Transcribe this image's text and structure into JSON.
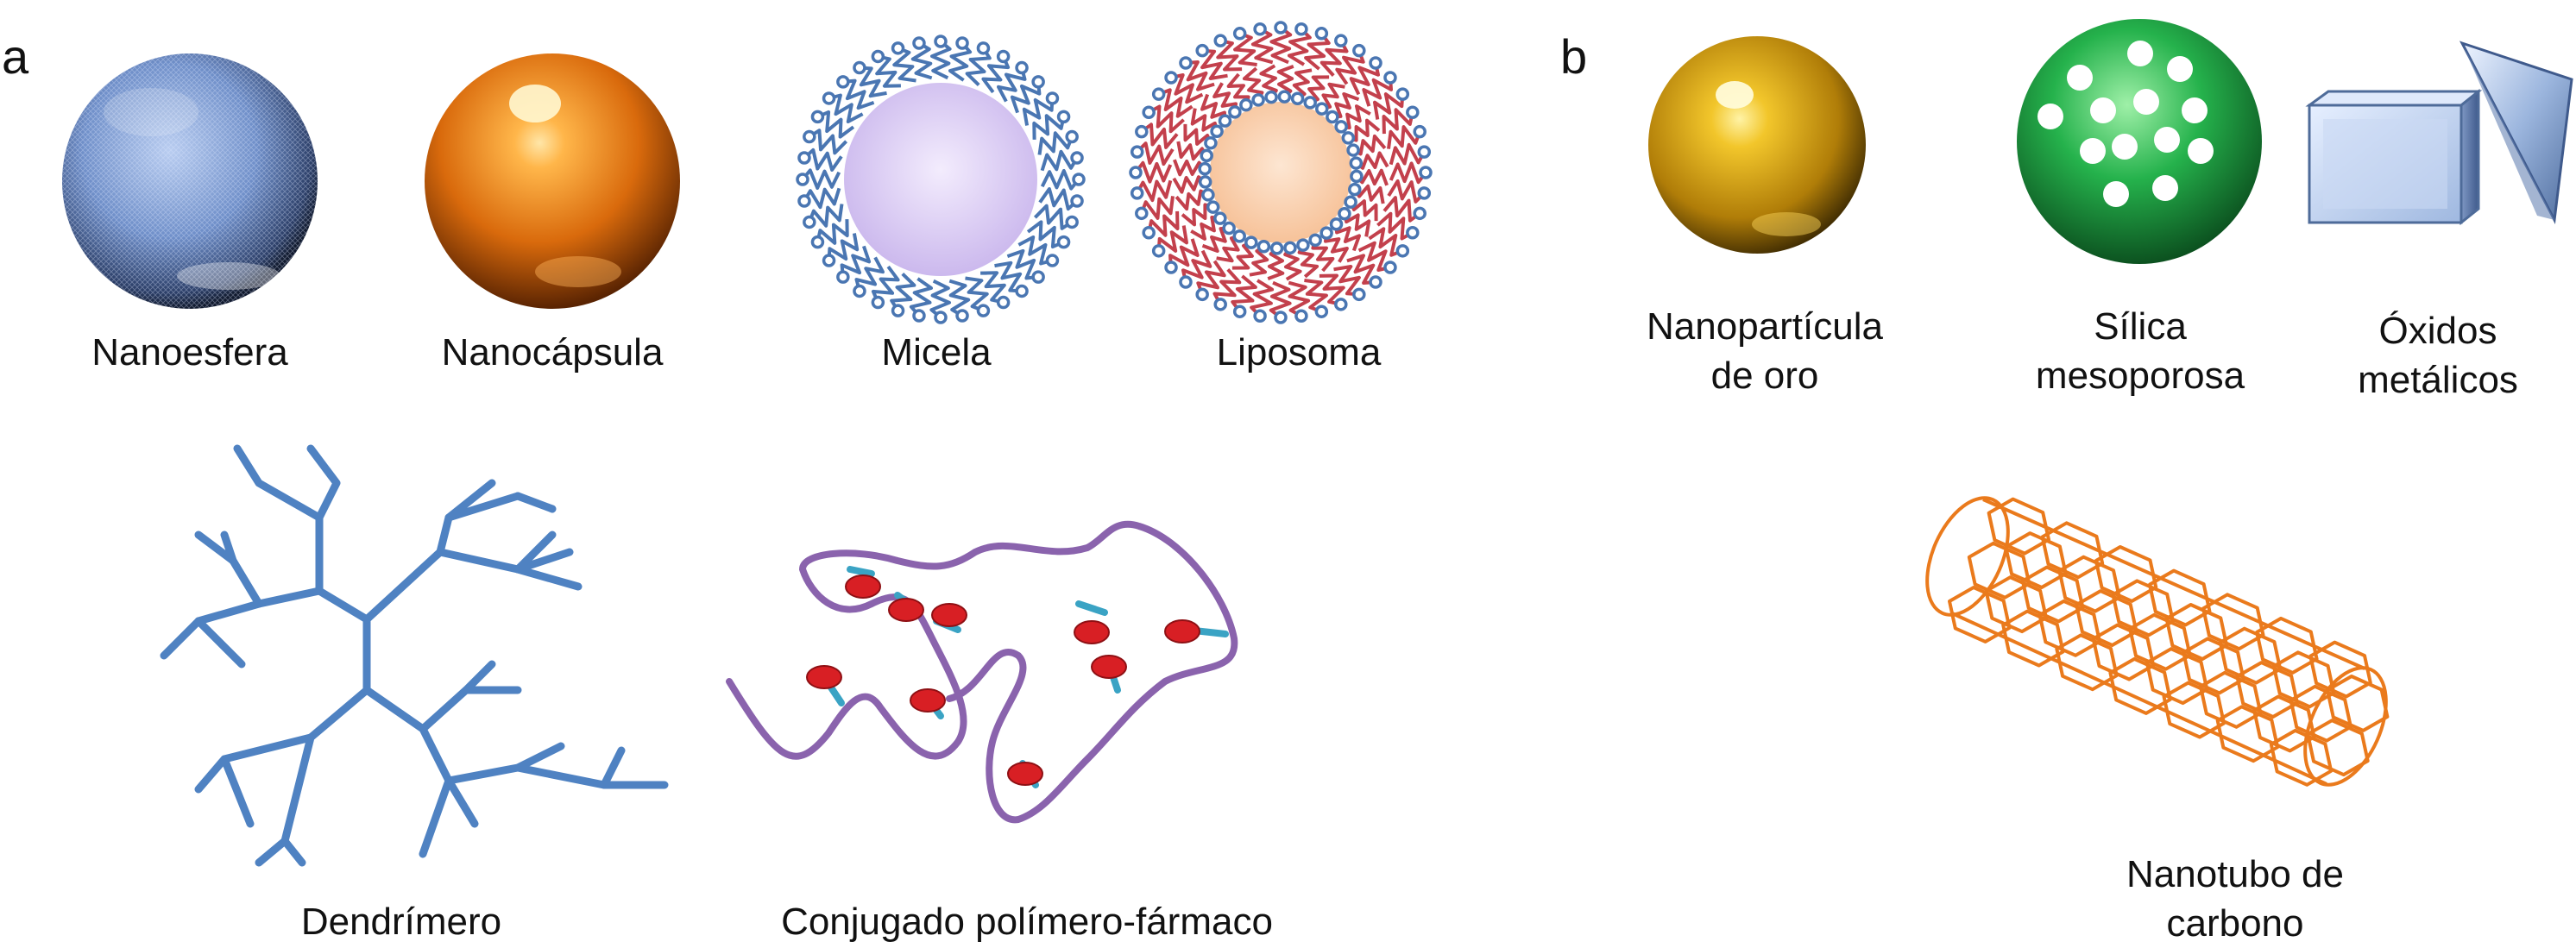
{
  "panels": {
    "a": {
      "letter": "a",
      "labels": {
        "nanoesfera": "Nanoesfera",
        "nanocapsula": "Nanocápsula",
        "micela": "Micela",
        "liposoma": "Liposoma",
        "dendrimero": "Dendrímero",
        "conjugado": "Conjugado polímero-fármaco"
      }
    },
    "b": {
      "letter": "b",
      "labels": {
        "oro_line1": "Nanopartícula",
        "oro_line2": "de oro",
        "silica_line1": "Sílica",
        "silica_line2": "mesoporosa",
        "oxidos_line1": "Óxidos",
        "oxidos_line2": "metálicos",
        "nanotubo_line1": "Nanotubo de",
        "nanotubo_line2": "carbono"
      }
    }
  },
  "colors": {
    "nanoesfera": "#6f8fc9",
    "nanocapsula": "#e07a10",
    "micela_core": "#dccdf2",
    "liposoma_core": "#f9d3b4",
    "lipid_blue": "#4a76b2",
    "lipid_red": "#c3404c",
    "dendrimer": "#4f82c2",
    "polymer": "#8a63ad",
    "drug": "#d81f24",
    "linker": "#3aa3c4",
    "gold": "#d9a51a",
    "silica": "#23a348",
    "oxide": "#a9c2e8",
    "nanotube": "#ea7a1c"
  }
}
